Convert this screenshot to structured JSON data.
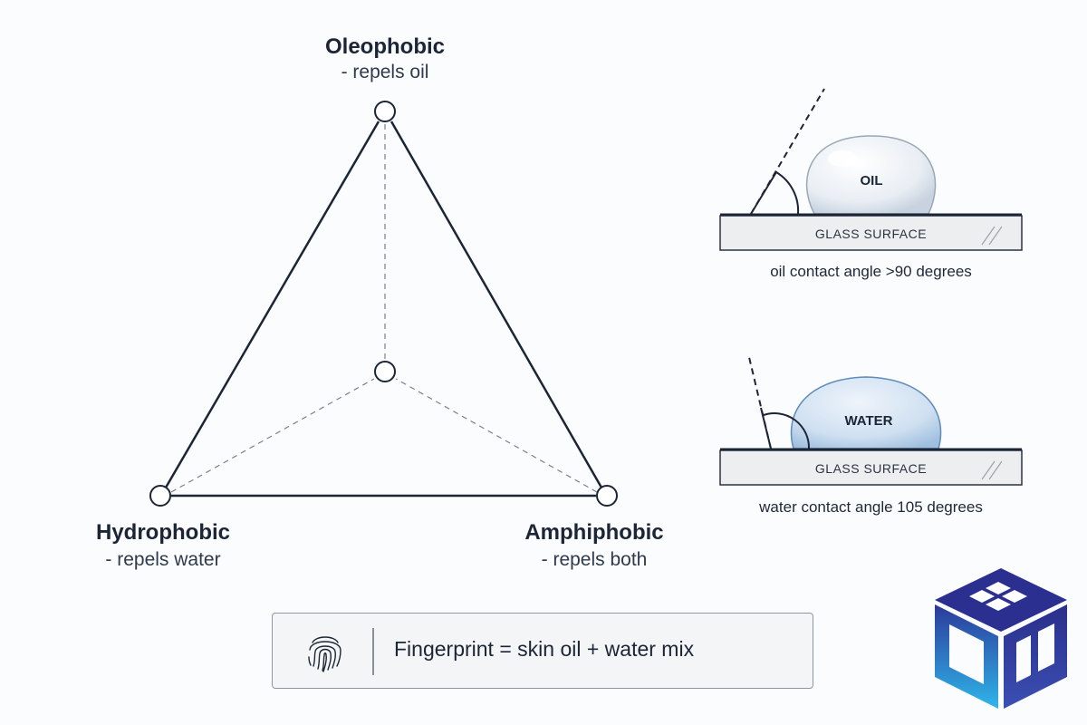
{
  "vertices": {
    "top": {
      "title": "Oleophobic",
      "subtitle": "- repels oil"
    },
    "left": {
      "title": "Hydrophobic",
      "subtitle": "- repels water"
    },
    "right": {
      "title": "Amphiphobic",
      "subtitle": "- repels both"
    }
  },
  "panels": {
    "oil": {
      "drop_label": "OIL",
      "surface_label": "GLASS SURFACE",
      "caption": "oil contact angle >90 degrees"
    },
    "water": {
      "drop_label": "WATER",
      "surface_label": "GLASS SURFACE",
      "caption": "water contact angle 105 degrees"
    }
  },
  "callout": {
    "icon": "fingerprint-icon",
    "text": "Fingerprint = skin oil + water mix"
  },
  "colors": {
    "ink": "#1a2233",
    "water_drop": "#c9dcef",
    "oil_drop": "#e6edf4",
    "glass": "#edeef0",
    "logo_dark": "#2b2f8f",
    "logo_light": "#2fb0e6"
  },
  "logo": {
    "icon": "cube-logo-icon"
  }
}
